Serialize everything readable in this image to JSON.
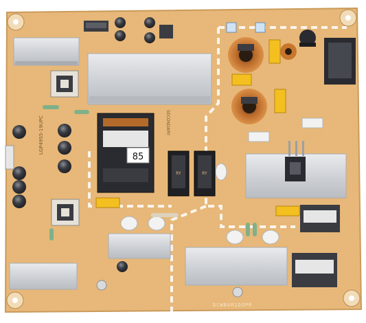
{
  "board": {
    "transformer_label": "85",
    "secondary_label": "SECONDARY",
    "silk_side_text": "LGP4955-19UPC",
    "relay_brand": "RY",
    "bottom_code": "DCWBAR1DOPR"
  },
  "colors": {
    "pcb": "#e6b778",
    "pcb_shadow": "#c99a5a",
    "heatsink": "#d5d7da",
    "heatsink_edge": "#a9adb2",
    "cap_black": "#2a2b30",
    "coil_copper": "#c8762e",
    "yellow_cap": "#f4c020",
    "background": "#ffffff"
  },
  "icons": {
    "mounting_holes": "mount-hole-icon",
    "screw": "screw-icon"
  }
}
